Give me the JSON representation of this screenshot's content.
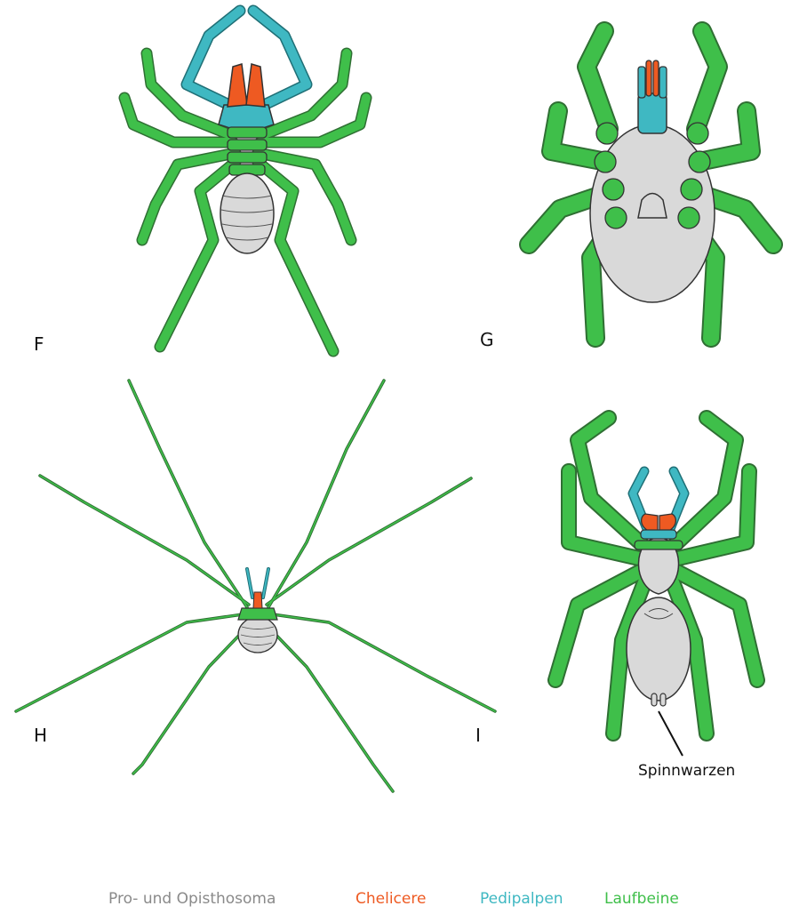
{
  "colors": {
    "body": "#d9d9d9",
    "chelicere": "#ee5a22",
    "pedipalpen": "#3fb8c2",
    "laufbeine": "#3fbf4a",
    "outline": "#333333",
    "legend_body": "#8a8a8a"
  },
  "panels": {
    "F": {
      "label": "F"
    },
    "G": {
      "label": "G"
    },
    "H": {
      "label": "H"
    },
    "I": {
      "label": "I",
      "annotation": "Spinnwarzen"
    }
  },
  "legend": {
    "body": "Pro- und Opisthosoma",
    "chelicere": "Chelicere",
    "pedipalpen": "Pedipalpen",
    "laufbeine": "Laufbeine"
  }
}
